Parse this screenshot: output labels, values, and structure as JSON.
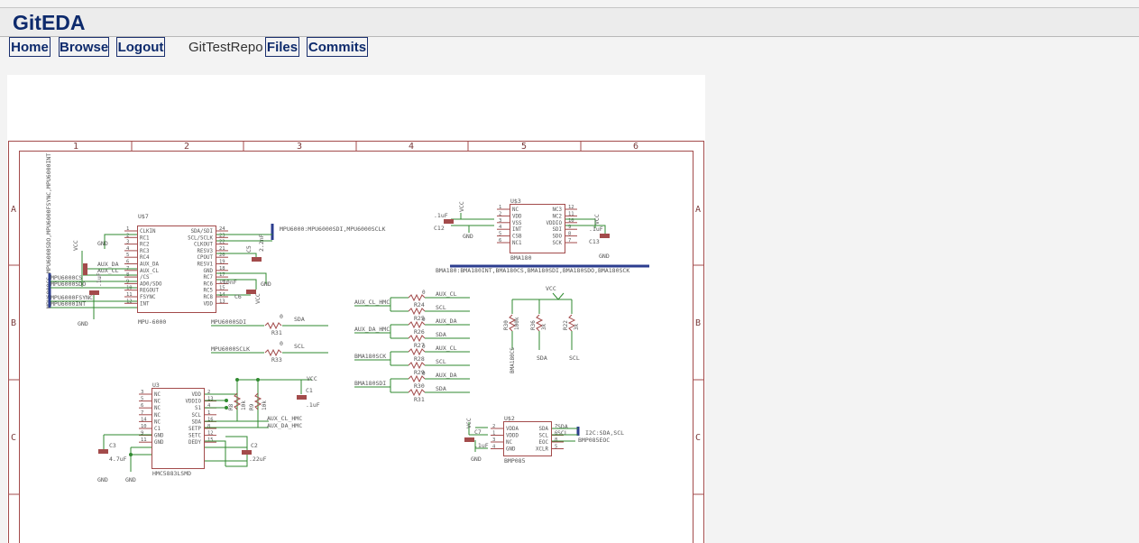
{
  "app": {
    "title": "GitEDA"
  },
  "nav": {
    "home": "Home",
    "browse": "Browse",
    "logout": "Logout",
    "repo_name": "GitTestRepo",
    "files": "Files",
    "commits": "Commits"
  },
  "schematic": {
    "frame_columns": [
      "1",
      "2",
      "3",
      "4",
      "5",
      "6"
    ],
    "frame_rows": [
      "A",
      "B",
      "C"
    ],
    "vertical_bus_label": "MPU6000CS,MPU6000SDO,MPU6000FSYNC,MPU6000INT",
    "mpu": {
      "name": "U$7",
      "value": "MPU-6000",
      "left_pins": [
        "CLKIN",
        "RC1",
        "RC2",
        "RC3",
        "RC4",
        "AUX_DA",
        "AUX_CL",
        "/CS",
        "AD0/SDO",
        "REGOUT",
        "FSYNC",
        "INT"
      ],
      "left_nums": [
        "1",
        "2",
        "3",
        "4",
        "5",
        "6",
        "7",
        "8",
        "9",
        "10",
        "11",
        "12"
      ],
      "right_pins": [
        "SDA/SDI",
        "SCL/SCLK",
        "CLKOUT",
        "RESV3",
        "CPOUT",
        "RESV1",
        "GND",
        "RC7",
        "RC6",
        "RC5",
        "RC8",
        "VDD"
      ],
      "right_nums": [
        "24",
        "23",
        "22",
        "21",
        "20",
        "19",
        "18",
        "17",
        "16",
        "15",
        "14",
        "13"
      ],
      "bus": "MPU6000:MPU6000SDI,MPU6000SCLK",
      "nets": [
        "MPU6000CS",
        "MPU6000SDO",
        "MPU6000FSYNC",
        "MPU6000INT"
      ],
      "aux_da": "AUX_DA",
      "aux_cl": "AUX_CL",
      "cap_c5": "C5",
      "cap_c5_val": "2.2nF",
      "cap_c6": "C6",
      "cap_c6_val": "10nF",
      "cap_c4_val": ".1uF"
    },
    "bma": {
      "name": "U$3",
      "value": "BMA180",
      "left_pins": [
        "NC",
        "VDD",
        "VSS",
        "INT",
        "CSB",
        "NC1"
      ],
      "left_nums": [
        "1",
        "2",
        "3",
        "4",
        "5",
        "6"
      ],
      "right_pins": [
        "NC3",
        "NC2",
        "VDDIO",
        "SDI",
        "SDO",
        "SCK"
      ],
      "right_nums": [
        "12",
        "11",
        "10",
        "9",
        "8",
        "7"
      ],
      "bus": "BMA180:BMA180INT,BMA180CS,BMA180SDI,BMA180SDO,BMA180SCK",
      "cap_c12": "C12",
      "cap_c12_val": ".1uF",
      "cap_c13": "C13",
      "cap_c13_val": ".1uF"
    },
    "hmc": {
      "name": "U3",
      "value": "HMC5883LSMD",
      "left_pins": [
        "NC",
        "NC",
        "NC",
        "NC",
        "NC",
        "C1",
        "GND",
        "GND"
      ],
      "left_nums": [
        "3",
        "5",
        "6",
        "7",
        "14",
        "10",
        "9",
        "11"
      ],
      "right_pins": [
        "VDD",
        "VDDIO",
        "S1",
        "SCL",
        "SDA",
        "SETP",
        "SETC",
        "DEDY"
      ],
      "right_nums": [
        "2",
        "13",
        "4",
        "1",
        "16",
        "8",
        "12",
        "15"
      ],
      "cap_c3": "C3",
      "cap_c3_val": "4.7uF",
      "cap_c2": "C2",
      "cap_c2_val": ".22uF",
      "cap_c1": "C1",
      "cap_c1_val": ".1uF",
      "aux_cl_hmc": "AUX_CL_HMC",
      "aux_da_hmc": "AUX_DA_HMC"
    },
    "bmp": {
      "name": "U$2",
      "value": "BMP085",
      "left_pins": [
        "VDDA",
        "VDDD",
        "NC",
        "GND"
      ],
      "left_nums": [
        "2",
        "1",
        "3",
        "4"
      ],
      "right_pins": [
        "SDA",
        "SCL",
        "EOC",
        "XCLR"
      ],
      "right_nums": [
        "7",
        "6",
        "8",
        "5"
      ],
      "bus": "I2C:SDA,SCL",
      "eoc": "BMP085EOC",
      "cap_c7": "C7",
      "cap_c7_val": ".1uF"
    },
    "mux_left": [
      "AUX_CL_HMC",
      "AUX_DA_HMC",
      "BMA180SCK",
      "BMA180SDI"
    ],
    "mux_right": [
      "AUX_CL",
      "SCL",
      "AUX_DA",
      "SDA",
      "AUX_CL",
      "SCL",
      "AUX_DA",
      "SDA"
    ],
    "mux_res": [
      "R24",
      "R25",
      "R26",
      "R27",
      "R28",
      "R29",
      "R30",
      "R31"
    ],
    "mux_vals": [
      "0",
      "0",
      "0",
      "0",
      "0",
      "0",
      "0",
      "0"
    ],
    "spi_nets": [
      "MPU6000SDI",
      "MPU6000SCLK"
    ],
    "spi_out": [
      "SDA",
      "SCL"
    ],
    "spi_res": [
      "R31",
      "R33"
    ],
    "pullups": {
      "res": [
        "R30",
        "R36",
        "R22"
      ],
      "vals": [
        "100k",
        "3k",
        "3k"
      ],
      "nets": [
        "BMA180CS",
        "SDA",
        "SCL"
      ]
    },
    "power": {
      "vcc": "VCC",
      "gnd": "GND"
    }
  }
}
